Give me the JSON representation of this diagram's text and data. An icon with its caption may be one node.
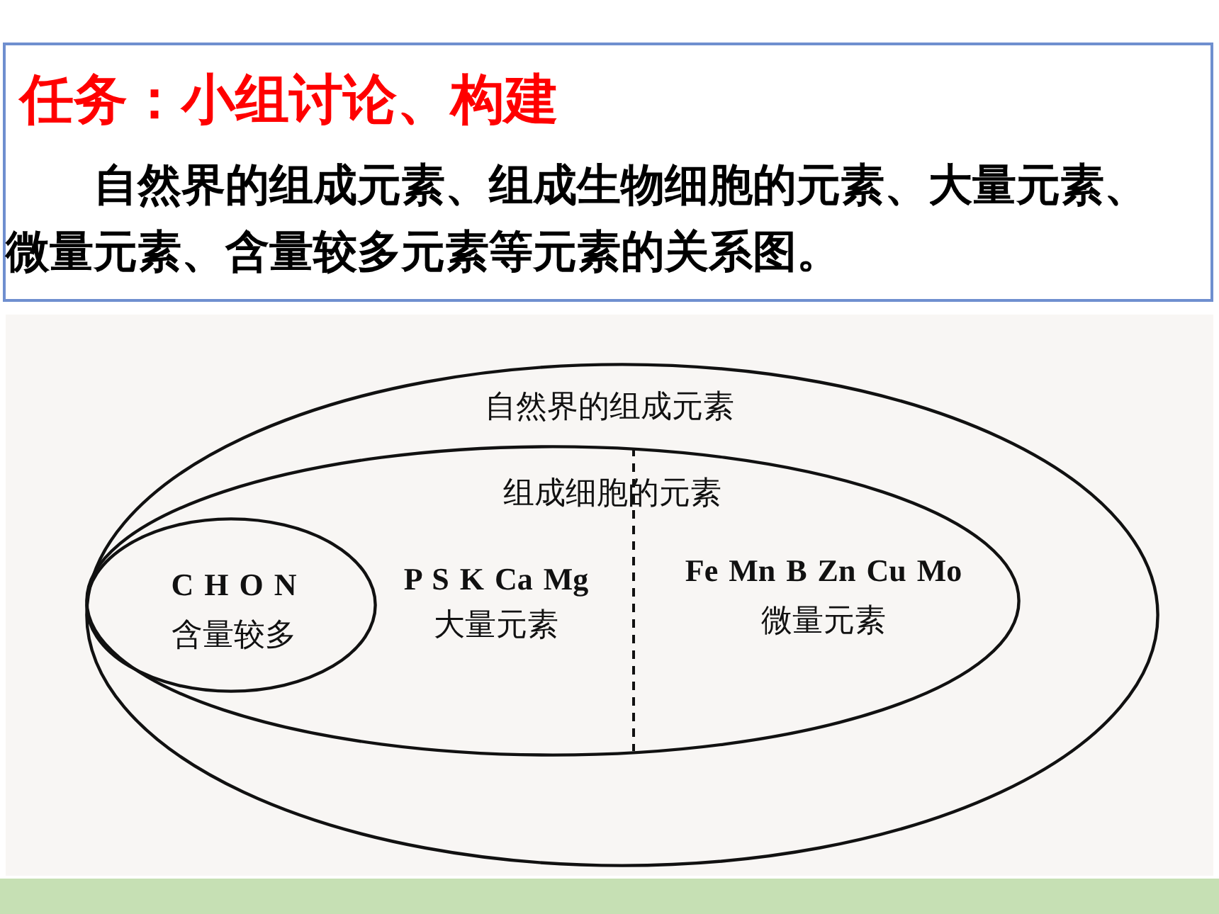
{
  "diagram": {
    "nodes": [
      {
        "text": [
          "任务：小组讨论、构建",
          "自然界的组成元素、组成生物细胞的元素、大量元素、微量元素、含量较多元素等元素的关系图。"
        ]
      },
      {
        "text": [
          "自然界的组成元素"
        ]
      },
      {
        "text": [
          "组成细胞的元素"
        ],
        "in": 1
      },
      {
        "text": [
          "C H O N",
          "含量较多"
        ],
        "in": 2
      },
      {
        "text": [
          "P S K Ca Mg",
          "大量元素"
        ],
        "in": 2
      },
      {
        "text": [
          "Fe Mn B Zn Cu Mo",
          "微量元素"
        ],
        "in": 2
      }
    ]
  }
}
